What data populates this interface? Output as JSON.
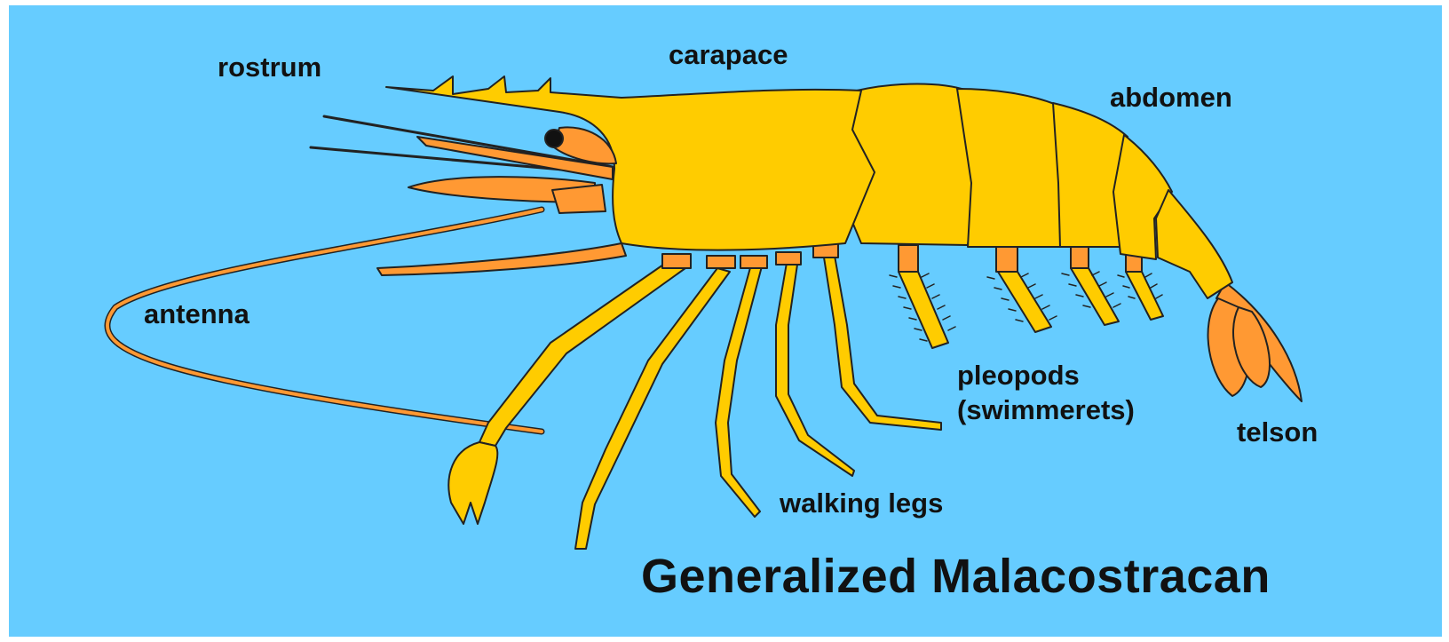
{
  "diagram": {
    "title": "Generalized Malacostracan",
    "labels": {
      "rostrum": "rostrum",
      "carapace": "carapace",
      "abdomen": "abdomen",
      "antenna": "antenna",
      "pleopods": "pleopods",
      "pleopods_alt": "(swimmerets)",
      "telson": "telson",
      "walking_legs": "walking legs"
    },
    "colors": {
      "background": "#66ccff",
      "body": "#ffcc00",
      "appendage": "#ff9933",
      "outline": "#222222"
    }
  }
}
